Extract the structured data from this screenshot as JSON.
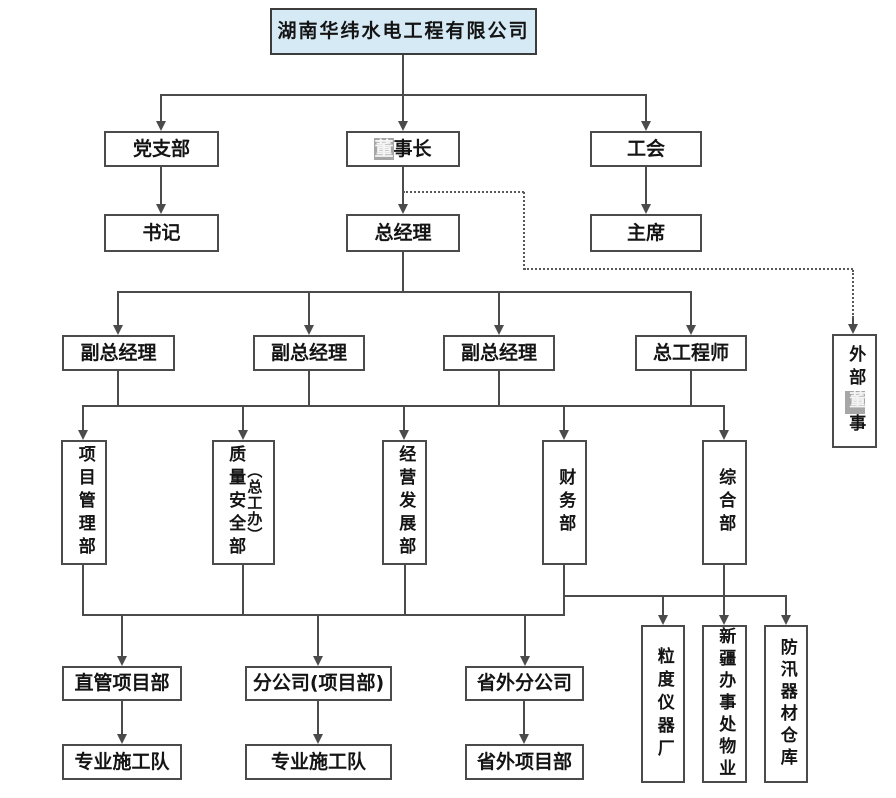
{
  "page": {
    "background": "#ffffff"
  },
  "palette": {
    "box_border": "#4b4b4b",
    "line": "#4b4b4b",
    "dotted_line": "#595959",
    "root_fill": "#d6eaf6",
    "highlight_bg": "#a6a6a6"
  },
  "org_chart": {
    "type": "organization-chart",
    "root": "湖南华纬水电工程有限公司",
    "nodes": {
      "company": {
        "label": "湖南华纬水电工程有限公司"
      },
      "party_branch": {
        "label": "党支部"
      },
      "board_chairman": {
        "label": "董事长",
        "parts": [
          "董",
          "事长"
        ]
      },
      "union": {
        "label": "工会"
      },
      "secretary": {
        "label": "书记"
      },
      "general_manager": {
        "label": "总经理"
      },
      "union_chairman": {
        "label": "主席"
      },
      "deputy_gm_1": {
        "label": "副总经理"
      },
      "deputy_gm_2": {
        "label": "副总经理"
      },
      "deputy_gm_3": {
        "label": "副总经理"
      },
      "chief_engineer": {
        "label": "总工程师"
      },
      "external_director": {
        "label": "外部董事",
        "parts": [
          "外部",
          "董",
          "事"
        ]
      },
      "project_management": {
        "label": "项目管理部"
      },
      "quality_safety": {
        "label": "质量安全部",
        "sublabel": "（总工办）"
      },
      "business_development": {
        "label": "经营发展部"
      },
      "finance": {
        "label": "财务部"
      },
      "general_affairs": {
        "label": "综合部"
      },
      "direct_project_dept": {
        "label": "直管项目部"
      },
      "branch_company": {
        "label": "分公司(项目部)"
      },
      "out_province_branch": {
        "label": "省外分公司"
      },
      "construction_team_1": {
        "label": "专业施工队"
      },
      "construction_team_2": {
        "label": "专业施工队"
      },
      "out_province_project_dept": {
        "label": "省外项目部"
      },
      "particle_factory": {
        "label": "粒度仪器厂"
      },
      "xinjiang_property": {
        "label": "新疆办事处物业"
      },
      "flood_warehouse": {
        "label": "防汛器材仓库"
      }
    },
    "edges": [
      {
        "from": [
          "company"
        ],
        "to": [
          "party_branch",
          "board_chairman",
          "union"
        ],
        "style": "solid"
      },
      {
        "from": [
          "party_branch"
        ],
        "to": [
          "secretary"
        ],
        "style": "solid"
      },
      {
        "from": [
          "board_chairman"
        ],
        "to": [
          "general_manager"
        ],
        "style": "solid"
      },
      {
        "from": [
          "union"
        ],
        "to": [
          "union_chairman"
        ],
        "style": "solid"
      },
      {
        "from": [
          "board_chairman"
        ],
        "to": [
          "external_director"
        ],
        "style": "dotted"
      },
      {
        "from": [
          "general_manager"
        ],
        "to": [
          "deputy_gm_1",
          "deputy_gm_2",
          "deputy_gm_3",
          "chief_engineer"
        ],
        "style": "solid"
      },
      {
        "from": [
          "deputy_gm_1",
          "deputy_gm_2",
          "deputy_gm_3",
          "chief_engineer"
        ],
        "to": [
          "project_management",
          "quality_safety",
          "business_development",
          "finance",
          "general_affairs"
        ],
        "style": "solid"
      },
      {
        "from": [
          "project_management",
          "quality_safety",
          "business_development",
          "finance"
        ],
        "to": [
          "direct_project_dept",
          "branch_company",
          "out_province_branch"
        ],
        "style": "solid"
      },
      {
        "from": [
          "finance",
          "general_affairs"
        ],
        "to": [
          "particle_factory",
          "xinjiang_property",
          "flood_warehouse"
        ],
        "style": "solid"
      },
      {
        "from": [
          "direct_project_dept"
        ],
        "to": [
          "construction_team_1"
        ],
        "style": "solid"
      },
      {
        "from": [
          "branch_company"
        ],
        "to": [
          "construction_team_2"
        ],
        "style": "solid"
      },
      {
        "from": [
          "out_province_branch"
        ],
        "to": [
          "out_province_project_dept"
        ],
        "style": "solid"
      }
    ]
  }
}
